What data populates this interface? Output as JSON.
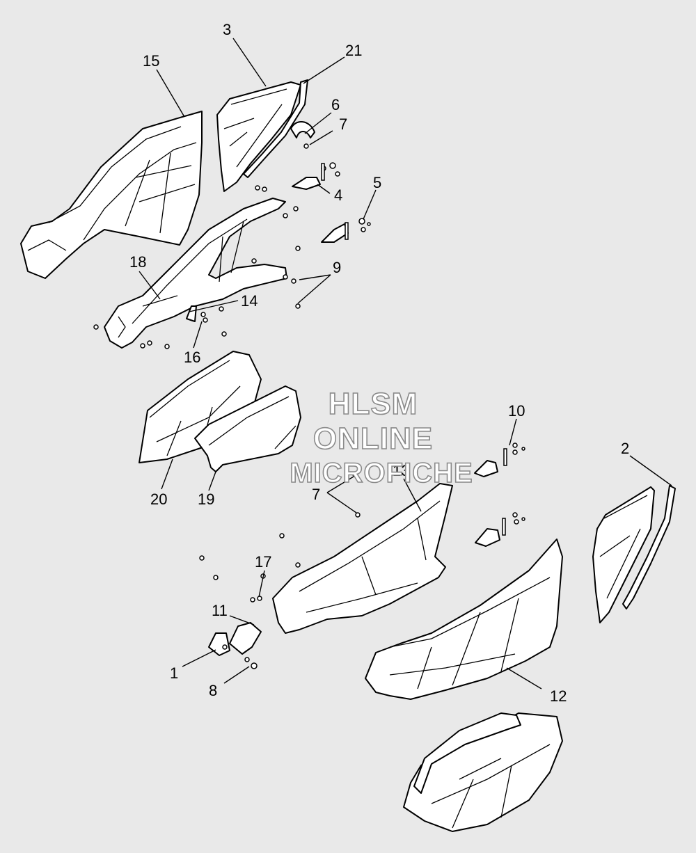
{
  "watermark": {
    "line1": "HLSM",
    "line2": "ONLINE",
    "line3": "MICROFICHE"
  },
  "callouts": {
    "c1": "1",
    "c2": "2",
    "c3": "3",
    "c4": "4",
    "c5": "5",
    "c6": "6",
    "c7a": "7",
    "c7b": "7",
    "c8": "8",
    "c9": "9",
    "c10": "10",
    "c11": "11",
    "c12": "12",
    "c13": "13",
    "c14": "14",
    "c15": "15",
    "c16": "16",
    "c17": "17",
    "c18": "18",
    "c19": "19",
    "c20": "20",
    "c21": "21"
  },
  "colors": {
    "background": "#e9e9e9",
    "line": "#000000",
    "fill": "#ffffff",
    "watermark_outline": "#8a8a8a"
  }
}
